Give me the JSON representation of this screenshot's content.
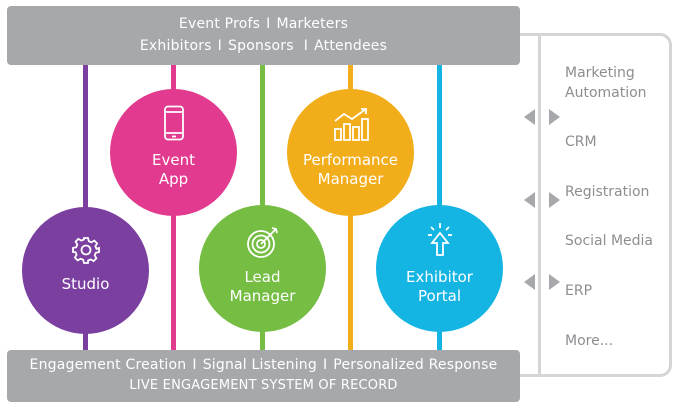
{
  "top_bar": {
    "line1": [
      "Event Profs",
      "Marketers"
    ],
    "line2": [
      "Exhibitors",
      "Sponsors",
      "Attendees"
    ],
    "separator": "I"
  },
  "bottom_bar": {
    "line1": [
      "Engagement Creation",
      "Signal Listening",
      "Personalized Response"
    ],
    "line2": "LIVE ENGAGEMENT SYSTEM OF RECORD",
    "separator": "I"
  },
  "modules": [
    {
      "line1": "Studio",
      "line2": "",
      "color": "#7b3fa0",
      "icon": "gear-icon"
    },
    {
      "line1": "Event",
      "line2": "App",
      "color": "#e23a8e",
      "icon": "smartphone-icon"
    },
    {
      "line1": "Lead",
      "line2": "Manager",
      "color": "#75bd43",
      "icon": "target-icon"
    },
    {
      "line1": "Performance",
      "line2": "Manager",
      "color": "#f2ad1b",
      "icon": "bar-chart-icon"
    },
    {
      "line1": "Exhibitor",
      "line2": "Portal",
      "color": "#14b4e3",
      "icon": "cursor-click-icon"
    }
  ],
  "integrations": [
    {
      "line1": "Marketing",
      "line2": "Automation"
    },
    {
      "line1": "CRM"
    },
    {
      "line1": "Registration"
    },
    {
      "line1": "Social Media"
    },
    {
      "line1": "ERP"
    },
    {
      "line1": "More..."
    }
  ],
  "colors": {
    "bar": "#a6a8ab",
    "frame": "#d4d5d7",
    "text_gray": "#8c8e91",
    "arrow": "#a6a8ab"
  }
}
